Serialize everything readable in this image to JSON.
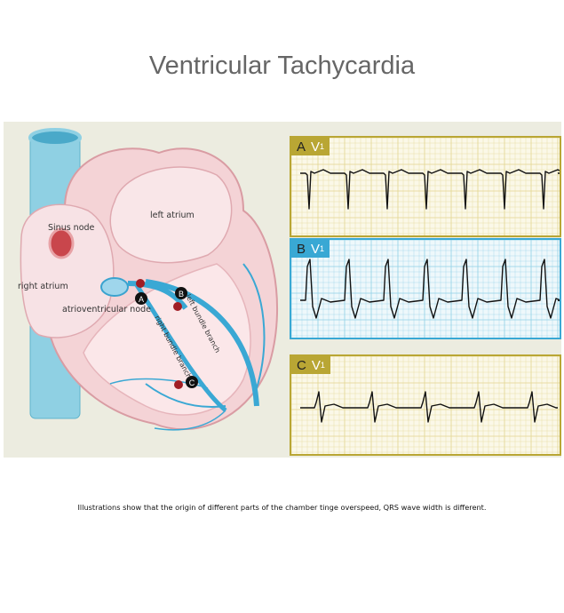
{
  "title": "Ventricular Tachycardia",
  "labels": {
    "sinus_node": "Sinus node",
    "left_atrium": "left atrium",
    "right_atrium": "right atrium",
    "av_node": "atrioventricular node",
    "left_bundle": "left bundle branch",
    "right_bundle": "right bundle branch"
  },
  "markers": {
    "a": "A",
    "b": "B",
    "c": "C"
  },
  "ecg": [
    {
      "letter": "A",
      "lead": "V",
      "sub": "1",
      "color": "#b9a634"
    },
    {
      "letter": "B",
      "lead": "V",
      "sub": "1",
      "color": "#39a8d4"
    },
    {
      "letter": "C",
      "lead": "V",
      "sub": "1",
      "color": "#b9a634"
    }
  ],
  "caption": "Illustrations show that the origin of different parts of the chamber tinge overspeed, QRS wave width is different."
}
